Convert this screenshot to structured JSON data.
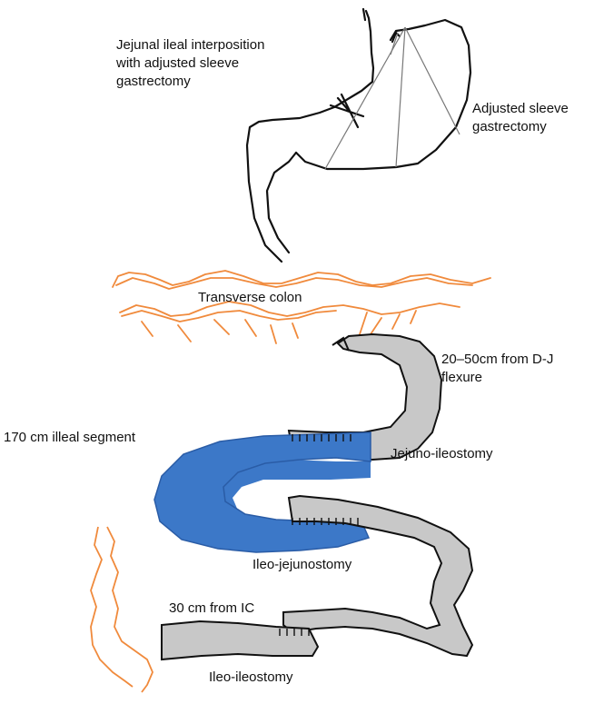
{
  "labels": {
    "jejunal_interposition": "Jejunal ileal interposition\nwith adjusted sleeve\ngastrectomy",
    "adjusted_sleeve": "Adjusted sleeve\ngastrectomy",
    "transverse_colon": "Transverse colon",
    "dj_distance": "20–50cm from D-J\nflexure",
    "ileal_segment": "170 cm illeal segment",
    "jejuno_ileostomy": "Jejuno-ileostomy",
    "ileo_jejunostomy": "Ileo-jejunostomy",
    "ic_distance": "30 cm from IC",
    "ileo_ileostomy": "Ileo-ileostomy"
  },
  "colors": {
    "outline": "#111111",
    "colon": "#f08a3c",
    "bowel_gray": "#c8c8c8",
    "ileal_blue": "#3c78c8",
    "cut_lines": "#777777"
  }
}
